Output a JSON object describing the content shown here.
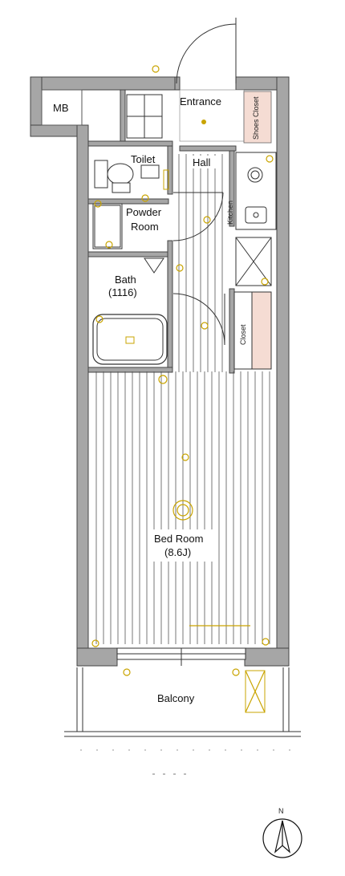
{
  "rooms": {
    "mb": "MB",
    "entrance": "Entrance",
    "shoes_closet": "Shoes Closet",
    "toilet": "Toilet",
    "hall": "Hall",
    "kitchen": "Kitchen",
    "powder_room": "Powder Room",
    "powder_room_line1": "Powder",
    "powder_room_line2": "Room",
    "bath_name": "Bath",
    "bath_size": "(1116)",
    "closet": "Closet",
    "bedroom_name": "Bed Room",
    "bedroom_size": "(8.6J)",
    "balcony": "Balcony"
  },
  "compass": {
    "north": "N"
  },
  "colors": {
    "wall": "#a6a6a6",
    "electrical": "#c9a400",
    "closet_fill": "#f5dcd3"
  }
}
